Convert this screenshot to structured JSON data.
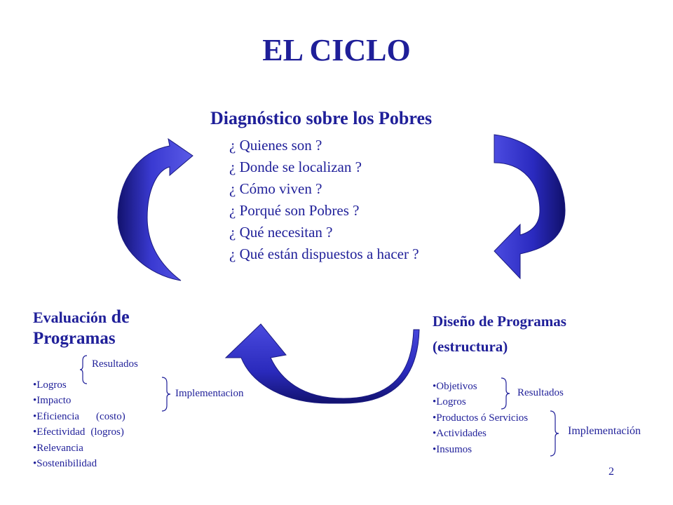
{
  "title": "EL CICLO",
  "diagnostico": {
    "heading": "Diagnóstico sobre los Pobres",
    "questions": [
      "¿ Quienes son ?",
      "¿ Donde se localizan ?",
      "¿ Cómo viven ?",
      "¿ Porqué son Pobres ?",
      "¿ Qué necesitan ?",
      "¿ Qué están dispuestos a hacer ?"
    ]
  },
  "evaluacion": {
    "heading_part1": "Evaluación",
    "heading_part2": " de",
    "heading_line2": "Programas",
    "resultados_label": "Resultados",
    "implementacion_label": "Implementacion",
    "items": [
      {
        "label": "•Logros",
        "extra": ""
      },
      {
        "label": "•Impacto",
        "extra": ""
      },
      {
        "label": "•Eficiencia",
        "extra": "(costo)"
      },
      {
        "label": "•Efectividad",
        "extra": "(logros)"
      },
      {
        "label": "•Relevancia",
        "extra": ""
      },
      {
        "label": "•Sostenibilidad",
        "extra": ""
      }
    ]
  },
  "diseno": {
    "heading_line1": "Diseño de Programas",
    "heading_line2": "(estructura)",
    "resultados_label": "Resultados",
    "implementacion_label": "Implementación",
    "items": [
      "•Objetivos",
      "•Logros",
      "•Productos ó Servicios",
      "•Actividades",
      "•Insumos"
    ]
  },
  "page_number": "2",
  "colors": {
    "text": "#1f1f99",
    "arrow_light": "#5a5ae6",
    "arrow_mid": "#3333c4",
    "arrow_dark": "#12126e"
  }
}
